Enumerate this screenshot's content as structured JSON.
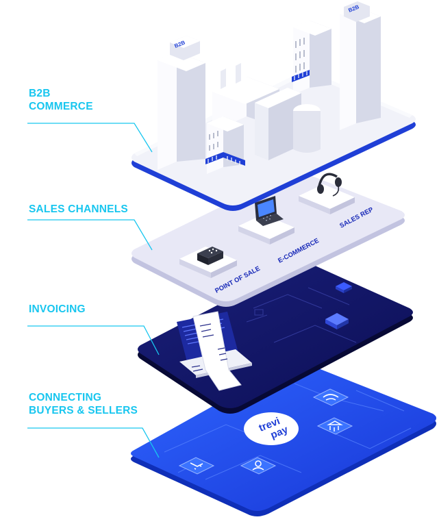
{
  "layers": {
    "b2b": {
      "line1": "B2B",
      "line2": "COMMERCE"
    },
    "sales_channels": {
      "label": "SALES CHANNELS",
      "tiles": {
        "pos": "POINT OF SALE",
        "ecommerce": "E-COMMERCE",
        "sales_rep": "SALES REP"
      }
    },
    "invoicing": {
      "label": "INVOICING"
    },
    "connecting": {
      "line1": "CONNECTING",
      "line2": "BUYERS & SELLERS"
    }
  },
  "buildings": {
    "sign_left": "B2B",
    "sign_right": "B2B"
  },
  "logo": {
    "line1": "trevi",
    "line2": "pay"
  },
  "icons": [
    "cart-icon",
    "user-icon",
    "bank-icon",
    "handshake-icon",
    "cash-register-icon",
    "laptop-icon",
    "headset-icon",
    "receipt-icon"
  ],
  "colors": {
    "label_cyan": "#18c6ef",
    "layer_white": "#ffffff",
    "layer_lavender": "#e6e6f5",
    "layer_navy": "#0f1260",
    "layer_blue": "#1e3fe0",
    "accent_blue": "#1f3fd6"
  }
}
